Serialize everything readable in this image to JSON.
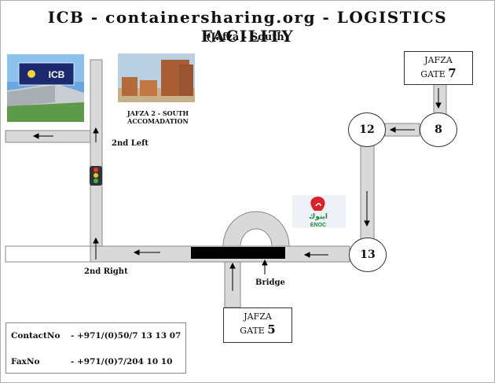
{
  "title": "ICB - containersharing.org - LOGISTICS FACILITY",
  "subtitle": "(Jafza - South)",
  "logos": {
    "icb": "ICB",
    "enoc_arabic": "اينوك",
    "enoc": "ENOC"
  },
  "labels": {
    "accommodation_line1": "JAFZA 2 - SOUTH",
    "accommodation_line2": "ACCOMADATION",
    "second_left": "2nd Left",
    "second_right": "2nd Right",
    "bridge": "Bridge"
  },
  "gates": {
    "gate7": {
      "name": "JAFZA",
      "label": "GATE",
      "number": "7"
    },
    "gate5": {
      "name": "JAFZA",
      "label": "GATE",
      "number": "5"
    }
  },
  "nodes": {
    "n8": "8",
    "n12": "12",
    "n13": "13"
  },
  "contact": {
    "contact_label": "ContactNo",
    "contact_value": "- +971/(0)50/7 13 13 07",
    "fax_label": "FaxNo",
    "fax_value": "- +971/(0)7/204 10 10"
  },
  "colors": {
    "road": "#d9d9d9",
    "road_edge": "#888888",
    "bridge": "#000000",
    "enoc_red": "#d8232a",
    "enoc_green": "#1b8a3c"
  }
}
